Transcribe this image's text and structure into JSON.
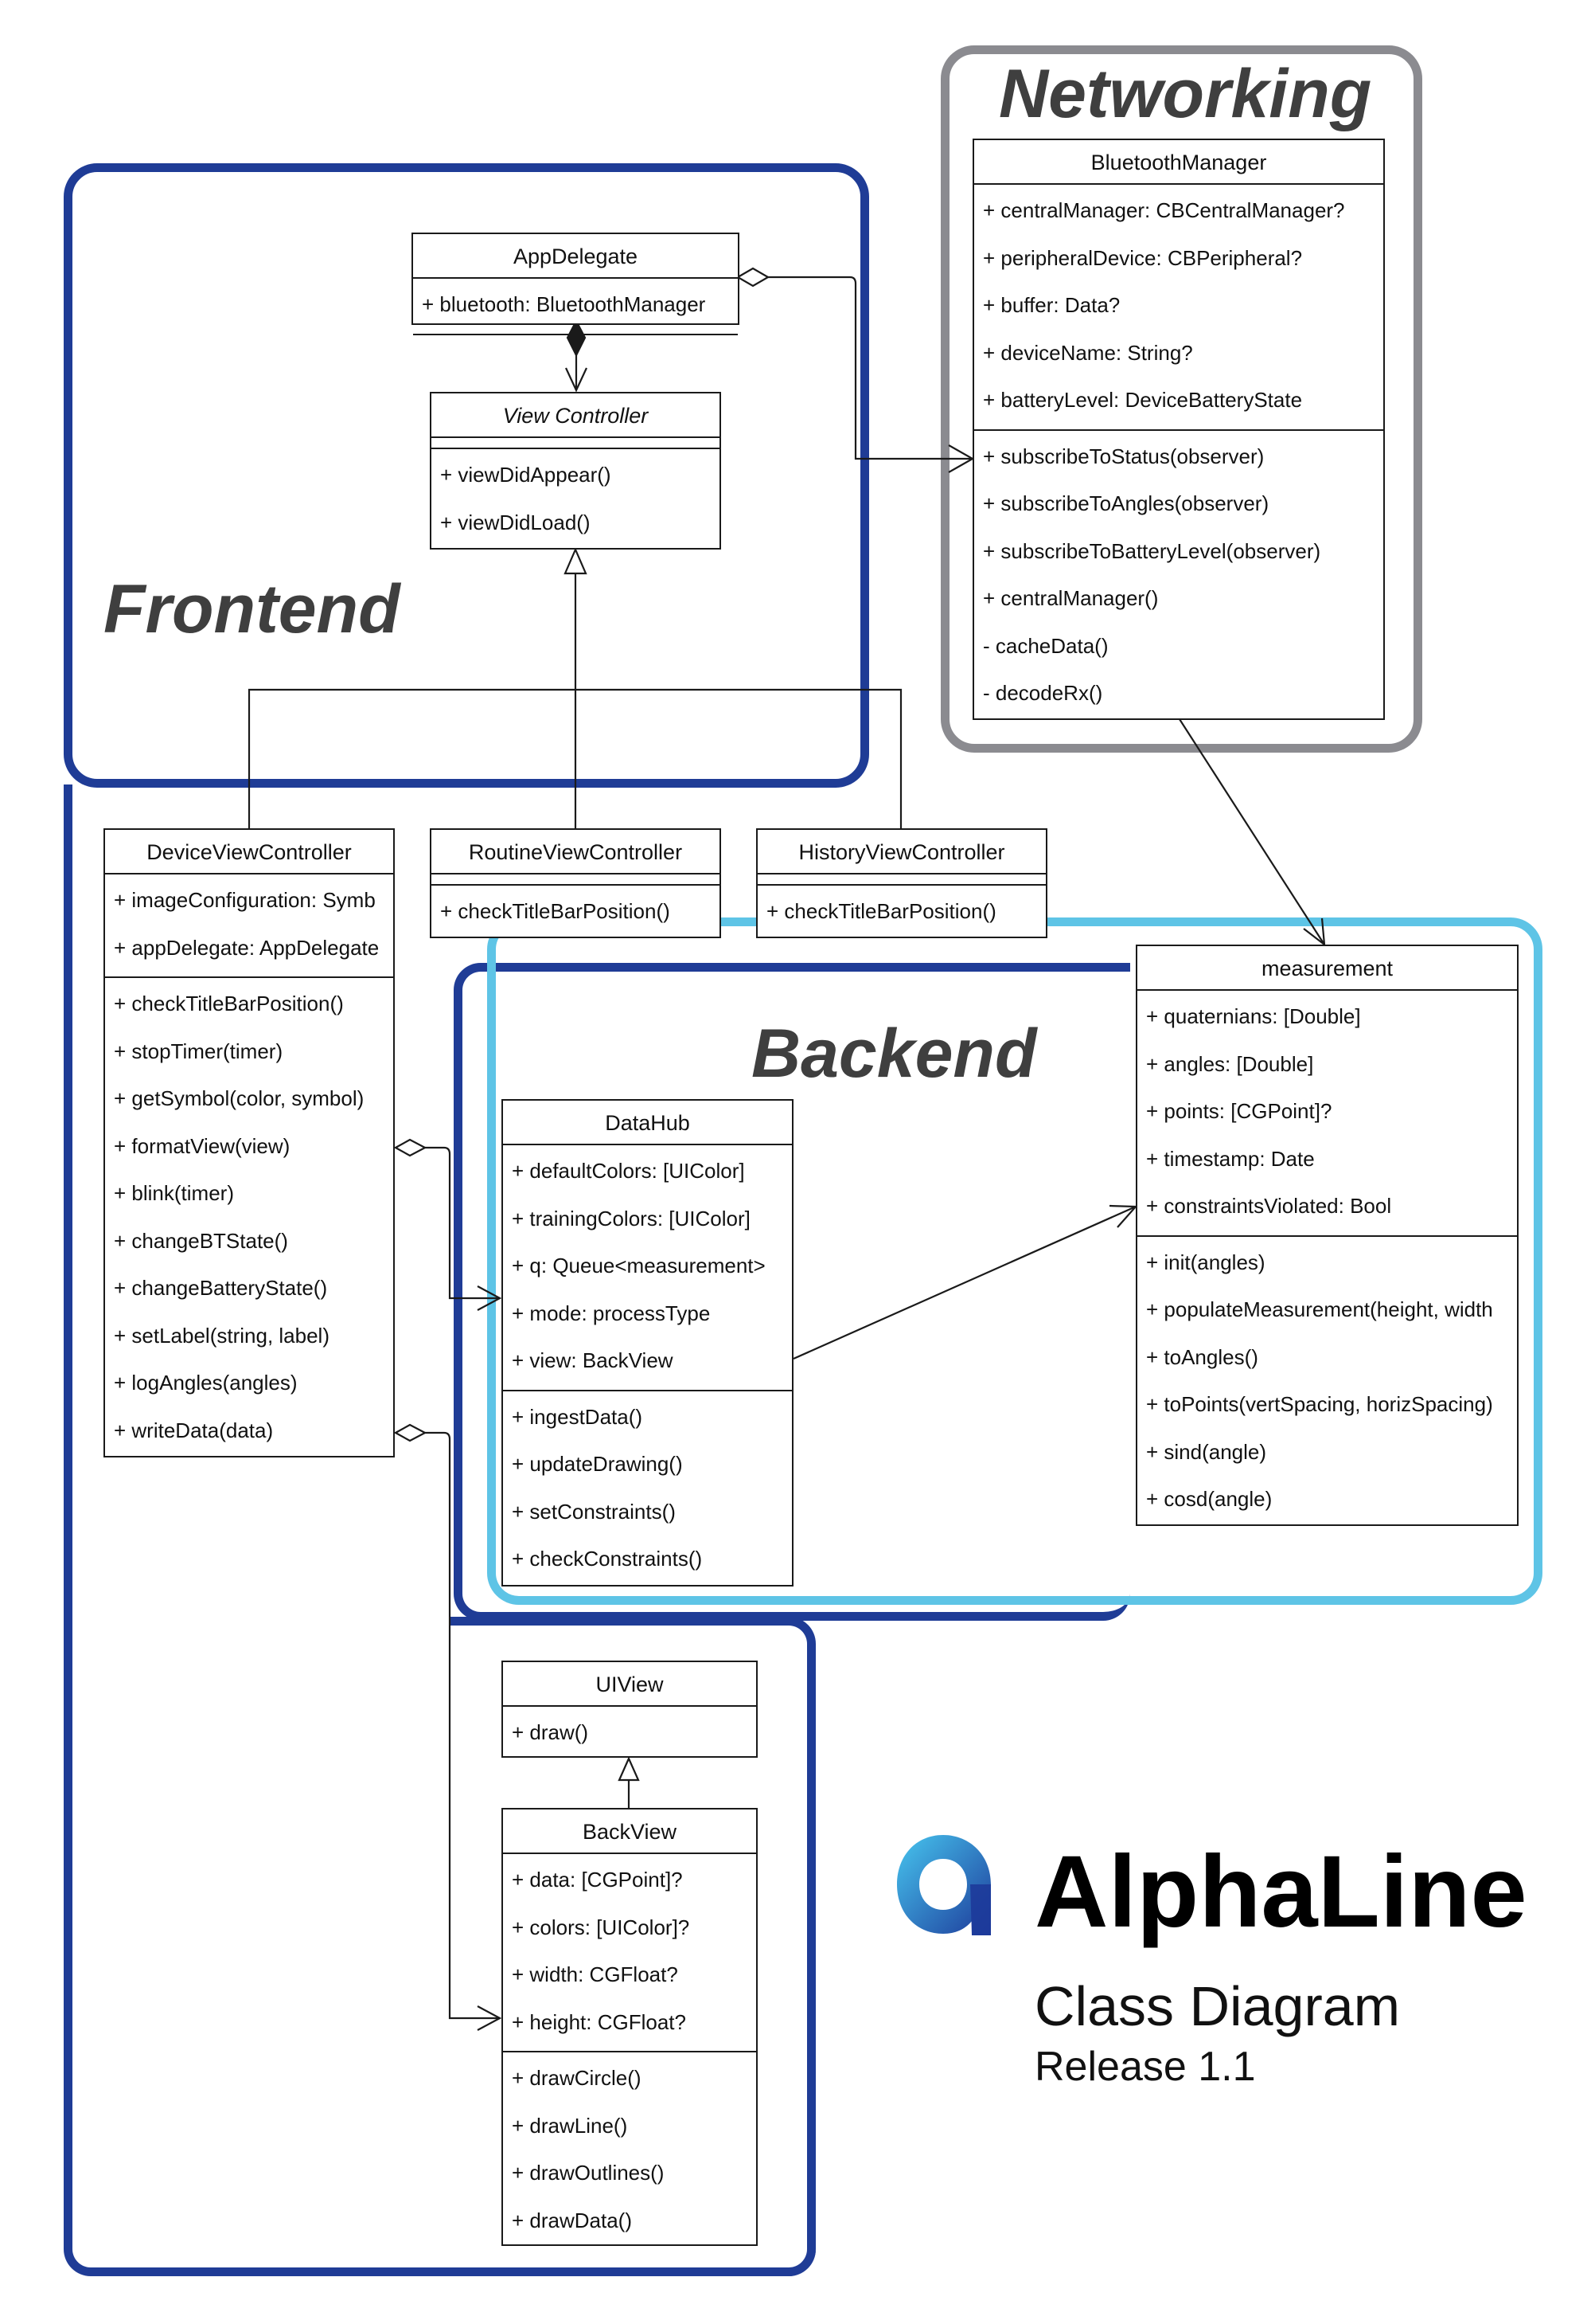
{
  "regions": {
    "frontend": "Frontend",
    "networking": "Networking",
    "backend": "Backend"
  },
  "classes": {
    "app_delegate": {
      "name": "AppDelegate",
      "attributes": [
        "+ bluetooth: BluetoothManager"
      ],
      "methods": []
    },
    "view_controller": {
      "name": "View Controller",
      "attributes": [],
      "methods": [
        "+ viewDidAppear()",
        "+ viewDidLoad()"
      ]
    },
    "device_view_controller": {
      "name": "DeviceViewController",
      "attributes": [
        "+ imageConfiguration: Symb",
        "+ appDelegate: AppDelegate"
      ],
      "methods": [
        "+ checkTitleBarPosition()",
        "+ stopTimer(timer)",
        "+ getSymbol(color, symbol)",
        "+ formatView(view)",
        "+ blink(timer)",
        "+ changeBTState()",
        "+ changeBatteryState()",
        "+ setLabel(string, label)",
        "+ logAngles(angles)",
        "+ writeData(data)"
      ]
    },
    "routine_view_controller": {
      "name": "RoutineViewController",
      "attributes": [],
      "methods": [
        "+ checkTitleBarPosition()"
      ]
    },
    "history_view_controller": {
      "name": "HistoryViewController",
      "attributes": [],
      "methods": [
        "+ checkTitleBarPosition()"
      ]
    },
    "bluetooth_manager": {
      "name": "BluetoothManager",
      "attributes": [
        "+ centralManager: CBCentralManager?",
        "+ peripheralDevice: CBPeripheral?",
        "+ buffer: Data?",
        "+ deviceName: String?",
        "+ batteryLevel: DeviceBatteryState"
      ],
      "methods": [
        "+ subscribeToStatus(observer)",
        "+ subscribeToAngles(observer)",
        "+ subscribeToBatteryLevel(observer)",
        "+ centralManager()",
        "- cacheData()",
        "- decodeRx()"
      ]
    },
    "measurement": {
      "name": "measurement",
      "attributes": [
        "+ quaternians: [Double]",
        "+ angles: [Double]",
        "+ points: [CGPoint]?",
        "+ timestamp: Date",
        "+ constraintsViolated: Bool"
      ],
      "methods": [
        "+ init(angles)",
        "+ populateMeasurement(height, width",
        "+ toAngles()",
        "+ toPoints(vertSpacing, horizSpacing)",
        "+ sind(angle)",
        "+ cosd(angle)"
      ]
    },
    "data_hub": {
      "name": "DataHub",
      "attributes": [
        "+ defaultColors: [UIColor]",
        "+ trainingColors: [UIColor]",
        "+ q: Queue<measurement>",
        "+ mode: processType",
        "+ view: BackView"
      ],
      "methods": [
        "+ ingestData()",
        "+ updateDrawing()",
        "+ setConstraints()",
        "+ checkConstraints()"
      ]
    },
    "ui_view": {
      "name": "UIView",
      "attributes": [
        "+ draw()"
      ],
      "methods": []
    },
    "back_view": {
      "name": "BackView",
      "attributes": [
        "+ data: [CGPoint]?",
        "+ colors: [UIColor]?",
        "+ width: CGFloat?",
        "+ height: CGFloat?"
      ],
      "methods": [
        "+ drawCircle()",
        "+ drawLine()",
        "+ drawOutlines()",
        "+ drawData()"
      ]
    }
  },
  "brand": {
    "name": "AlphaLine",
    "subtitle": "Class Diagram",
    "release": "Release 1.1",
    "colors": {
      "logo_light": "#36b6e8",
      "logo_dark": "#1d3a9a"
    }
  },
  "colors": {
    "frontend_border": "#1f3c96",
    "networking_border": "#8b8b90",
    "backend_border": "#5ec4e6"
  }
}
